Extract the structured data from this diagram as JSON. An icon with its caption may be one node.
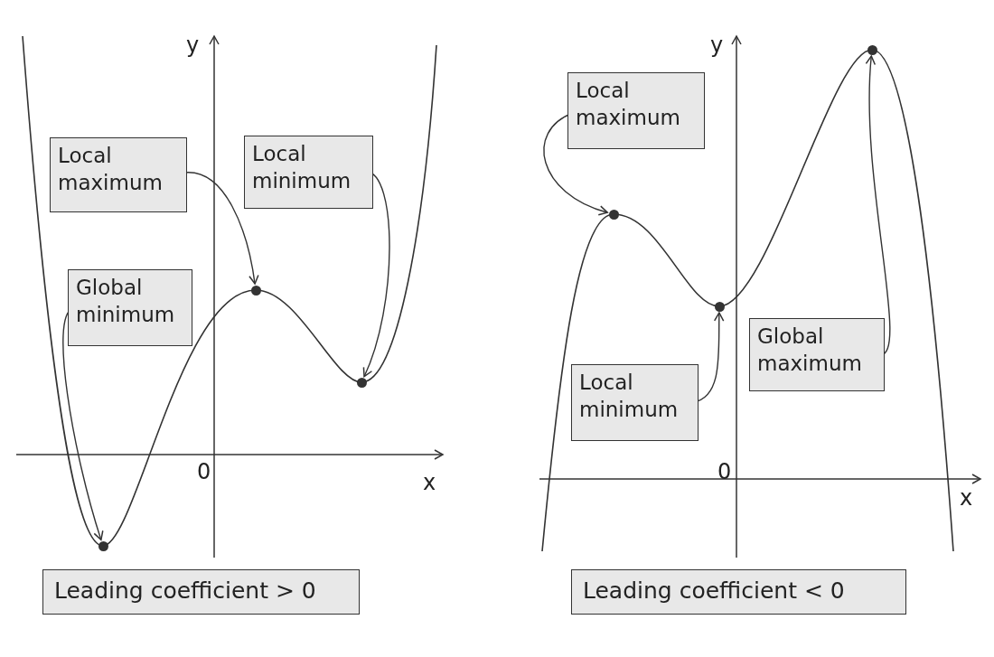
{
  "diagram": {
    "nodes": [
      {
        "text": [
          "Local maximum"
        ]
      },
      {
        "text": [
          "Local minimum"
        ]
      },
      {
        "text": [
          "Global minimum"
        ]
      },
      {
        "text": [],
        "shape": "circle"
      },
      {
        "text": [],
        "shape": "circle"
      },
      {
        "text": [],
        "shape": "circle"
      },
      {
        "text": [
          "Leading coefficient > 0"
        ]
      },
      {
        "text": [
          "Local maximum"
        ]
      },
      {
        "text": [
          "Local minimum"
        ]
      },
      {
        "text": [
          "Global maximum"
        ]
      },
      {
        "text": [],
        "shape": "circle"
      },
      {
        "text": [],
        "shape": "circle"
      },
      {
        "text": [],
        "shape": "circle"
      },
      {
        "text": [
          "Leading coefficient < 0"
        ]
      }
    ],
    "edges": [
      {
        "from": 0,
        "to": 3,
        "arrow": "to"
      },
      {
        "from": 1,
        "to": 4,
        "arrow": "to"
      },
      {
        "from": 2,
        "to": 5,
        "arrow": "to"
      },
      {
        "from": 7,
        "to": 10,
        "arrow": "to"
      },
      {
        "from": 8,
        "to": 11,
        "arrow": "to"
      },
      {
        "from": 9,
        "to": 12,
        "arrow": "to"
      }
    ],
    "labels": [
      "y",
      "0",
      "x",
      "y",
      "0",
      "x"
    ]
  }
}
